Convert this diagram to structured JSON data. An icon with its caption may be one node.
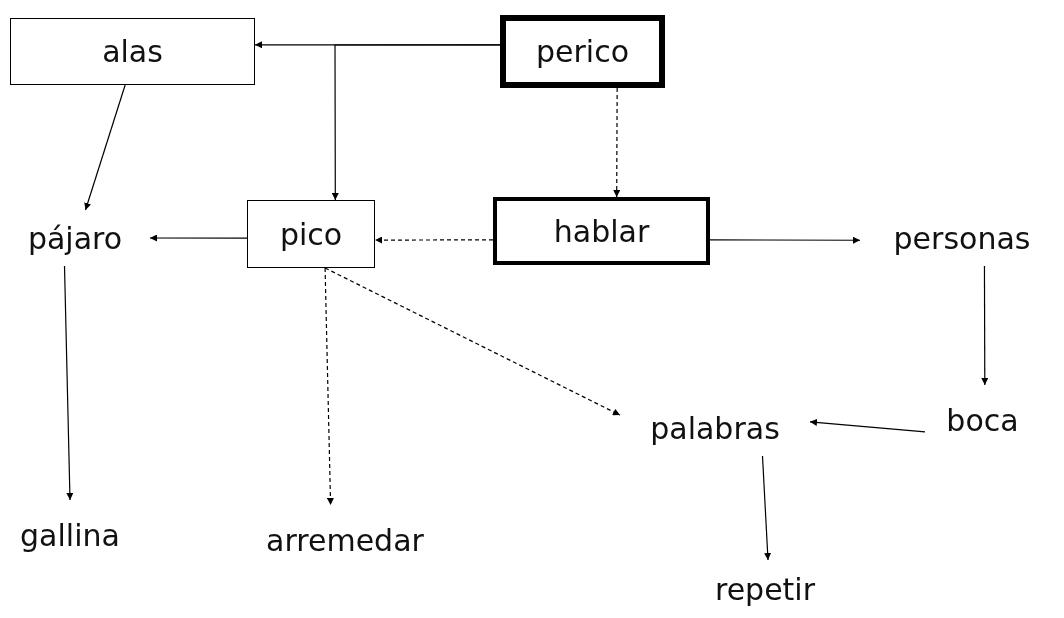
{
  "diagram": {
    "nodes": [
      {
        "text": [
          "perico"
        ]
      },
      {
        "text": [
          "alas"
        ]
      },
      {
        "text": [
          "pico"
        ]
      },
      {
        "text": [
          "hablar"
        ]
      },
      {
        "text": [
          "pájaro"
        ]
      },
      {
        "text": [
          "personas"
        ]
      },
      {
        "text": [
          "palabras"
        ]
      },
      {
        "text": [
          "boca"
        ]
      },
      {
        "text": [
          "gallina"
        ]
      },
      {
        "text": [
          "arremedar"
        ]
      },
      {
        "text": [
          "repetir"
        ]
      }
    ],
    "edges": [
      {
        "from": 0,
        "to": 1,
        "arrow": "to"
      },
      {
        "from": 0,
        "to": 2,
        "arrow": "to"
      },
      {
        "from": 0,
        "to": 3,
        "arrow": "to",
        "style": "dashed"
      },
      {
        "from": 1,
        "to": 4,
        "arrow": "to"
      },
      {
        "from": 2,
        "to": 4,
        "arrow": "to"
      },
      {
        "from": 3,
        "to": 2,
        "arrow": "to",
        "style": "dashed"
      },
      {
        "from": 3,
        "to": 5,
        "arrow": "to"
      },
      {
        "from": 2,
        "to": 9,
        "arrow": "to",
        "style": "dashed"
      },
      {
        "from": 2,
        "to": 6,
        "arrow": "to",
        "style": "dashed"
      },
      {
        "from": 4,
        "to": 8,
        "arrow": "to"
      },
      {
        "from": 5,
        "to": 7,
        "arrow": "to"
      },
      {
        "from": 7,
        "to": 6,
        "arrow": "to"
      },
      {
        "from": 6,
        "to": 10,
        "arrow": "to"
      }
    ]
  }
}
